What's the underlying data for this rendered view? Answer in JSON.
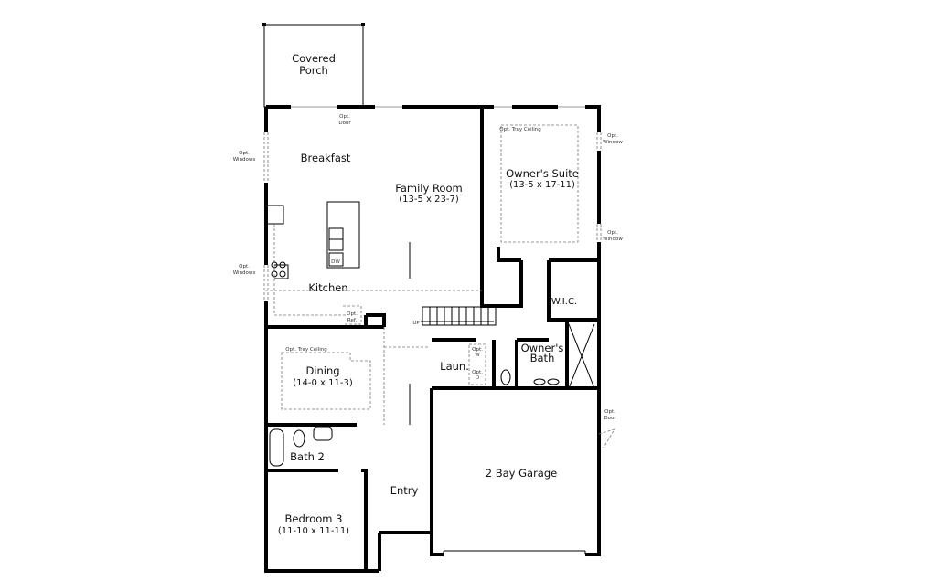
{
  "rooms": {
    "porch": {
      "name_line1": "Covered",
      "name_line2": "Porch"
    },
    "breakfast": {
      "name": "Breakfast"
    },
    "family_room": {
      "name": "Family Room",
      "dims": "(13-5 x 23-7)"
    },
    "owners_suite": {
      "name": "Owner's Suite",
      "dims": "(13-5 x 17-11)"
    },
    "kitchen": {
      "name": "Kitchen"
    },
    "wic": {
      "name": "W.I.C."
    },
    "owners_bath": {
      "name_line1": "Owner's",
      "name_line2": "Bath"
    },
    "laundry": {
      "name": "Laun."
    },
    "dining": {
      "name": "Dining",
      "dims": "(14-0 x 11-3)"
    },
    "bath2": {
      "name": "Bath 2"
    },
    "garage": {
      "name": "2 Bay Garage"
    },
    "entry": {
      "name": "Entry"
    },
    "bedroom3": {
      "name": "Bedroom 3",
      "dims": "(11-10 x 11-11)"
    }
  },
  "notes": {
    "opt": "Opt.",
    "door": "Door",
    "windows": "Windows",
    "window": "Window",
    "tray_ceiling": "Opt. Tray Ceiling",
    "ref": "Ref.",
    "dw": "DW",
    "up": "UP",
    "w": "W",
    "d": "D"
  }
}
